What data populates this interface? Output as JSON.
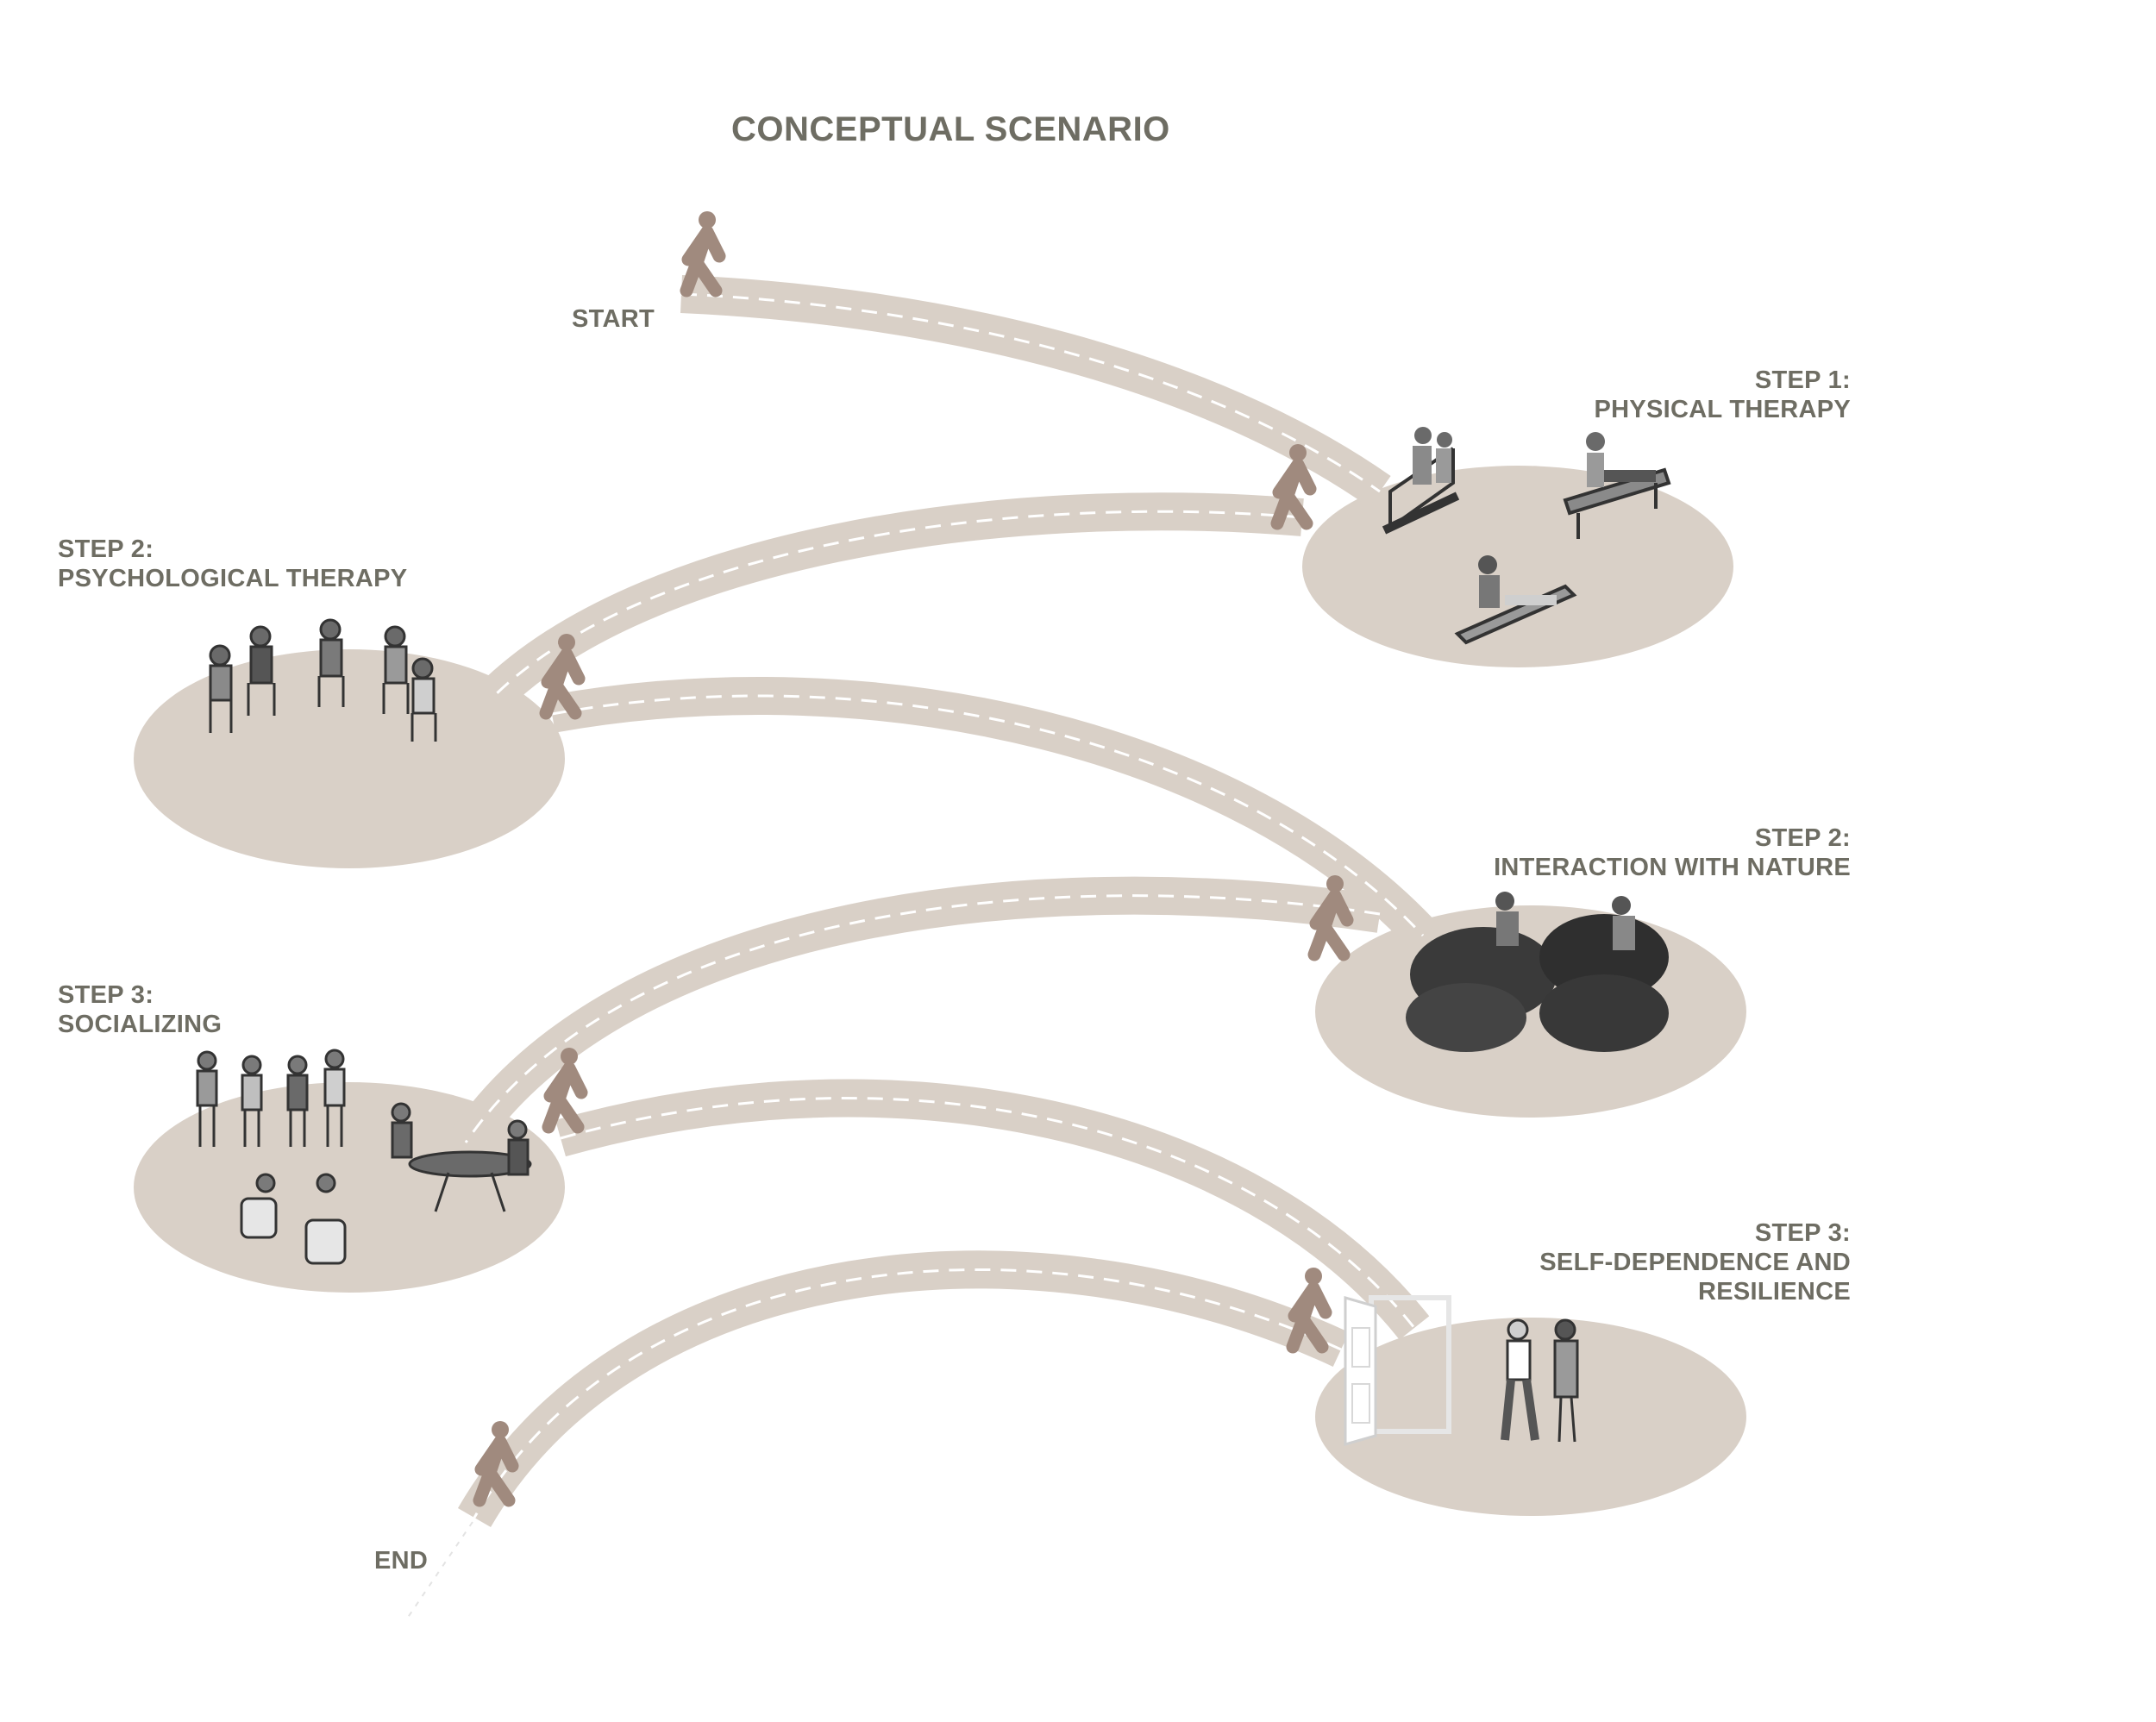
{
  "title": "CONCEPTUAL SCENARIO",
  "colors": {
    "path": "#d9d0c7",
    "dash": "#ffffff",
    "walker": "#a08a7e",
    "text": "#6e6d63",
    "figure": "#6a6a6a"
  },
  "markers": {
    "start": "START",
    "end": "END"
  },
  "steps": [
    {
      "heading": "STEP 1:",
      "name": "PHYSICAL THERAPY",
      "scene": "physical-therapy-scene"
    },
    {
      "heading": "STEP 2:",
      "name": "PSYCHOLOGICAL THERAPY",
      "scene": "group-therapy-scene"
    },
    {
      "heading": "STEP 2:",
      "name": "INTERACTION WITH NATURE",
      "scene": "gardening-scene"
    },
    {
      "heading": "STEP 3:",
      "name": "SOCIALIZING",
      "scene": "socializing-scene"
    },
    {
      "heading": "STEP 3:",
      "name_line1": "SELF-DEPENDENCE AND",
      "name_line2": "RESILIENCE",
      "scene": "exit-door-scene"
    }
  ]
}
